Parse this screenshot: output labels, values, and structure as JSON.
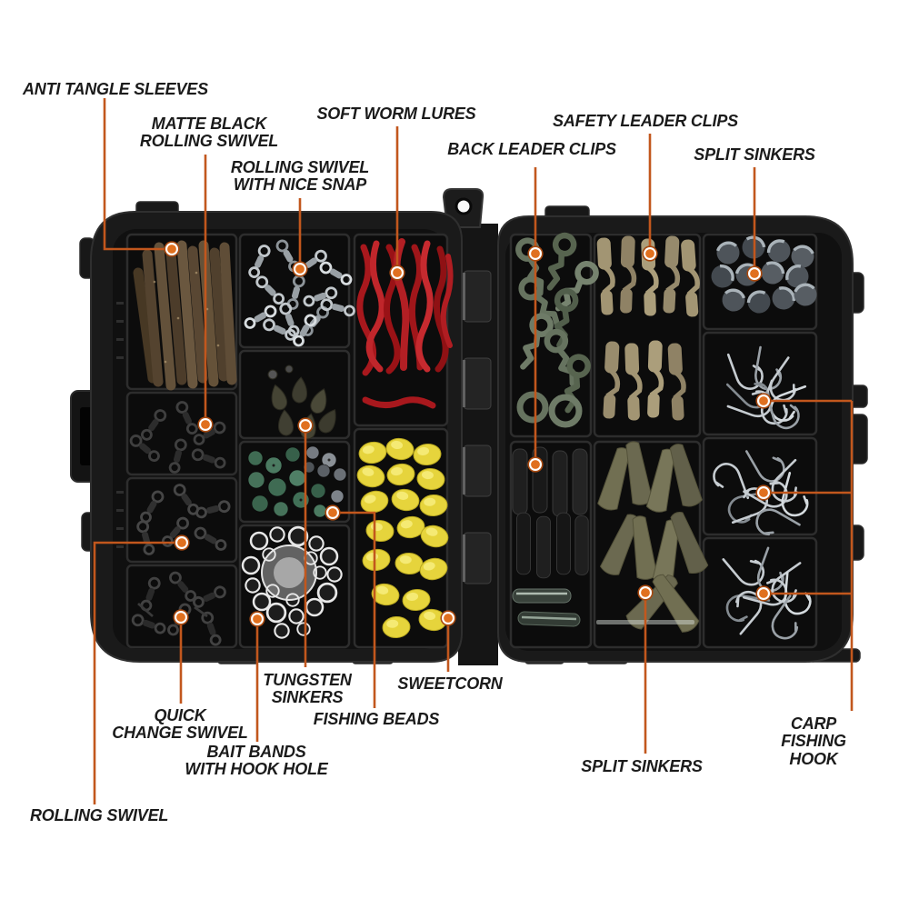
{
  "labels": [
    {
      "id": "anti-tangle-sleeves",
      "text": "ANTI TANGLE SLEEVES",
      "target": "brown anti tangle sleeves, left half top-left compartment"
    },
    {
      "id": "matte-black-rolling-swivel",
      "text": "MATTE BLACK\nROLLING SWIVEL",
      "target": "black swivels, left half middle-left compartment"
    },
    {
      "id": "rolling-swivel-nice-snap",
      "text": "ROLLING SWIVEL\nWITH NICE SNAP",
      "target": "silver snap swivels, left half top-middle compartment"
    },
    {
      "id": "soft-worm-lures",
      "text": "SOFT WORM LURES",
      "target": "red soft plastic worms, left half top-right compartment"
    },
    {
      "id": "back-leader-clips",
      "text": "BACK LEADER CLIPS",
      "target": "green clips and black tubes, right half left column"
    },
    {
      "id": "safety-leader-clips",
      "text": "SAFETY LEADER CLIPS",
      "target": "tan clips, right half middle column"
    },
    {
      "id": "split-sinkers-top",
      "text": "SPLIT SINKERS",
      "target": "round grey sinker balls, right half top-right compartment"
    },
    {
      "id": "tungsten-sinkers",
      "text": "TUNGSTEN\nSINKERS",
      "target": "dark teardrop sinkers, left half center compartment"
    },
    {
      "id": "quick-change-swivel",
      "text": "QUICK\nCHANGE SWIVEL",
      "target": "black quick change swivels, left half bottom-left compartment"
    },
    {
      "id": "bait-bands-hook-hole",
      "text": "BAIT BANDS\nWITH HOOK HOLE",
      "target": "clear rubber bands, left half bottom-middle compartment"
    },
    {
      "id": "fishing-beads",
      "text": "FISHING BEADS",
      "target": "green and grey beads, left half middle compartment"
    },
    {
      "id": "sweetcorn",
      "text": "SWEETCORN",
      "target": "yellow corn baits, left half bottom-right compartment"
    },
    {
      "id": "rolling-swivel-bottom",
      "text": "ROLLING SWIVEL",
      "target": "black rolling swivels, left half left column middle"
    },
    {
      "id": "split-sinkers-bottom",
      "text": "SPLIT SINKERS",
      "target": "olive tail rubbers, right half bottom-middle compartment"
    },
    {
      "id": "carp-fishing-hook",
      "text": "CARP FISHING HOOK",
      "target": "silver carp hooks, right half three right compartments"
    }
  ],
  "colors": {
    "background": "#ffffff",
    "label_text": "#1b1b1b",
    "callout_line": "#c2571d",
    "callout_dot": "#e0701f",
    "callout_dot_ring": "#ffffff",
    "callout_dot_edge": "#a8490f",
    "box_shell": "#1a1a1a",
    "box_edge": "#2f2f2f",
    "box_interior": "#101010",
    "compartment": "#0c0c0c",
    "compartment_wall": "#2d2d2d",
    "anti_tangle_sleeves": "#5d4b37",
    "rolling_swivel_silver": "#c2c8cc",
    "soft_worm_red": "#b01d22",
    "matte_black_swivel": "#3f3f3f",
    "tungsten_sinker": "#454434",
    "fishing_bead_green": "#46725a",
    "fishing_bead_gray": "#7b8087",
    "bait_band_clear": "#e8e8e8",
    "sweetcorn_yellow": "#e6d43c",
    "back_leader_clip": "#66735f",
    "safety_leader_clip": "#a29573",
    "split_sinker": "#4e545a",
    "carp_hook_silver": "#c6ccd1",
    "black_tube": "#1f1f1f",
    "tail_rubber": "#716f52"
  }
}
